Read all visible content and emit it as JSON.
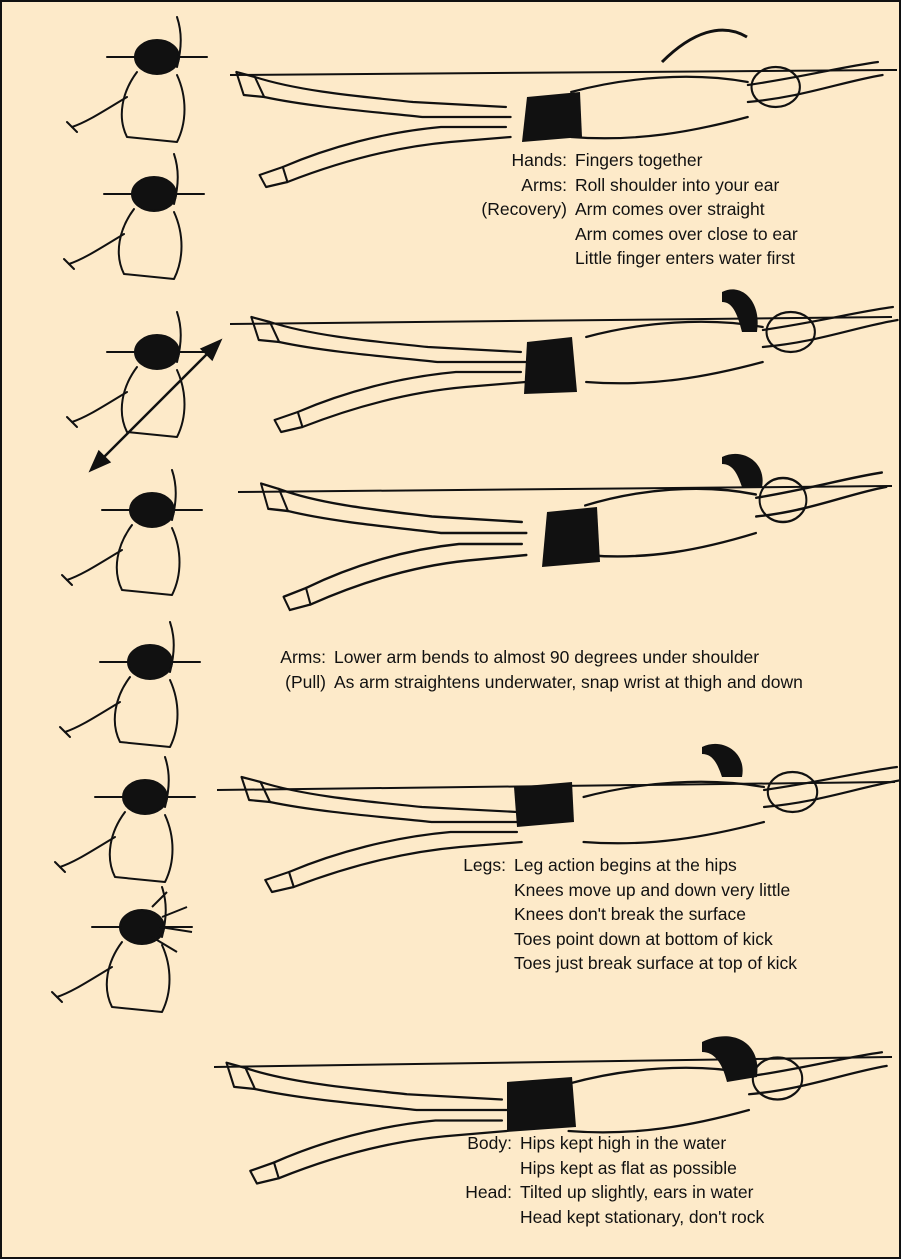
{
  "recovery": {
    "rows": [
      {
        "label": "Hands:",
        "text": "Fingers together"
      },
      {
        "label": "Arms:",
        "text": "Roll shoulder into your ear"
      },
      {
        "label": "(Recovery)",
        "text": "Arm comes over straight"
      },
      {
        "label": "",
        "text": "Arm comes over close to ear"
      },
      {
        "label": "",
        "text": "Little finger enters water first"
      }
    ]
  },
  "pull": {
    "rows": [
      {
        "label": "Arms:",
        "text": "Lower arm bends to almost 90 degrees under shoulder"
      },
      {
        "label": "(Pull)",
        "text": "As arm straightens underwater, snap wrist at thigh and down"
      }
    ]
  },
  "legs": {
    "rows": [
      {
        "label": "Legs:",
        "text": "Leg action begins at the hips"
      },
      {
        "label": "",
        "text": "Knees move up and down very little"
      },
      {
        "label": "",
        "text": "Knees don't break the surface"
      },
      {
        "label": "",
        "text": "Toes point down at bottom of kick"
      },
      {
        "label": "",
        "text": "Toes just break surface at top of kick"
      }
    ]
  },
  "body_head": {
    "rows": [
      {
        "label": "Body:",
        "text": "Hips kept high in the water"
      },
      {
        "label": "",
        "text": "Hips kept as flat as possible"
      },
      {
        "label": "Head:",
        "text": "Tilted up slightly, ears in water"
      },
      {
        "label": "",
        "text": "Head kept stationary, don't rock"
      }
    ]
  },
  "colors": {
    "background": "#fdeac9",
    "ink": "#111111"
  }
}
